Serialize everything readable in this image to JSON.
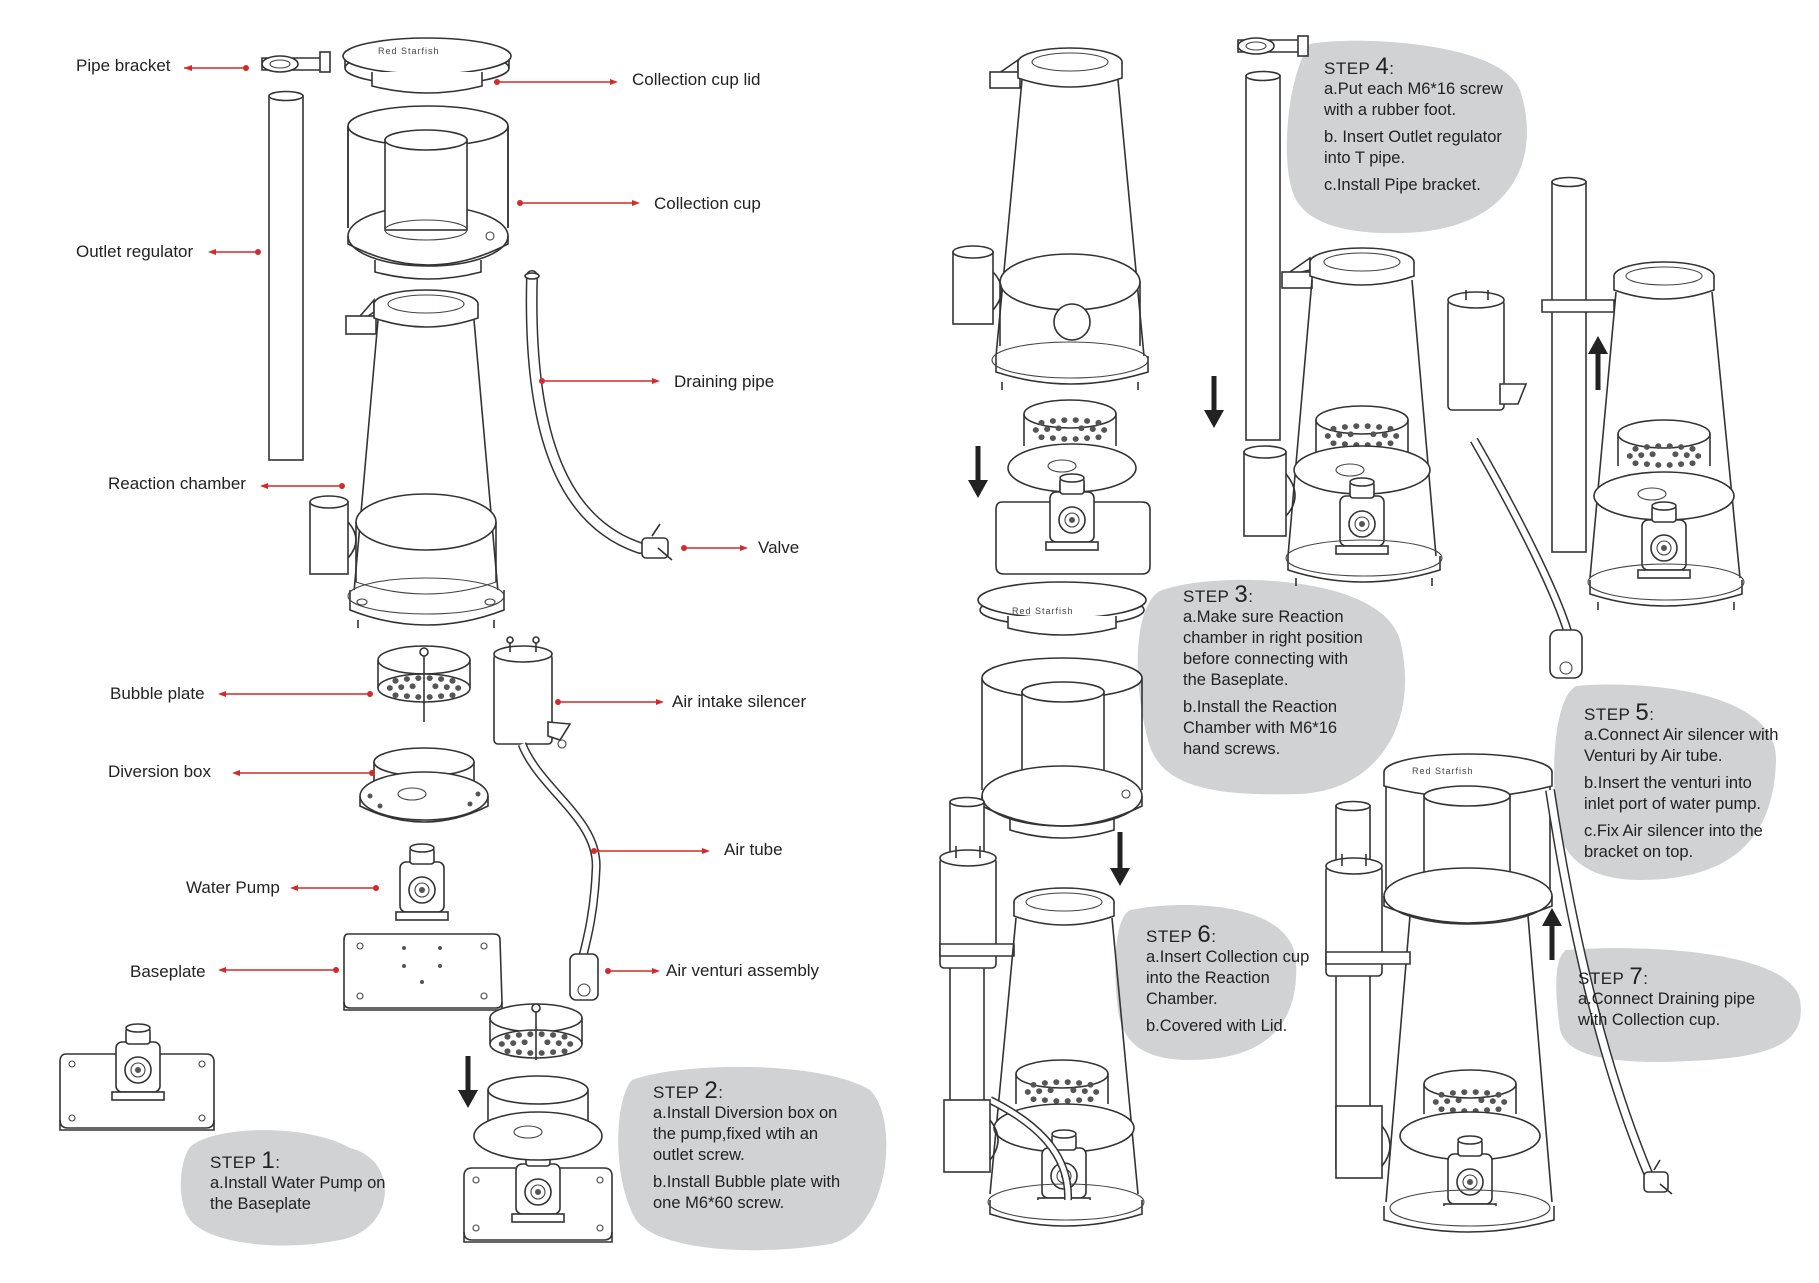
{
  "parts": {
    "pipe_bracket": "Pipe bracket",
    "collection_cup_lid": "Collection cup lid",
    "collection_cup": "Collection cup",
    "outlet_regulator": "Outlet regulator",
    "draining_pipe": "Draining pipe",
    "reaction_chamber": "Reaction chamber",
    "valve": "Valve",
    "bubble_plate": "Bubble plate",
    "air_intake_silencer": "Air intake silencer",
    "diversion_box": "Diversion box",
    "air_tube": "Air tube",
    "water_pump": "Water Pump",
    "baseplate": "Baseplate",
    "air_venturi_assembly": "Air venturi assembly"
  },
  "brand": "Red Starfish",
  "steps": [
    {
      "prefix": "STEP",
      "num": "1",
      "lines": [
        "a.Install Water Pump on the Baseplate"
      ]
    },
    {
      "prefix": "STEP",
      "num": "2",
      "lines": [
        "a.Install Diversion box on the pump,fixed wtih an outlet screw.",
        "b.Install Bubble plate with one M6*60 screw."
      ]
    },
    {
      "prefix": "STEP",
      "num": "3",
      "lines": [
        "a.Make sure Reaction chamber in right position before connecting with the Baseplate.",
        "b.Install the Reaction Chamber with M6*16 hand screws."
      ]
    },
    {
      "prefix": "STEP",
      "num": "4",
      "lines": [
        "a.Put each M6*16 screw with a rubber foot.",
        "b. Insert Outlet regulator into T pipe.",
        "c.Install Pipe bracket."
      ]
    },
    {
      "prefix": "STEP",
      "num": "5",
      "lines": [
        "a.Connect Air silencer with Venturi by Air tube.",
        "b.Insert the venturi into inlet port of water pump.",
        "c.Fix Air silencer into the bracket on top."
      ]
    },
    {
      "prefix": "STEP",
      "num": "6",
      "lines": [
        "a.Insert Collection cup into the Reaction Chamber.",
        "b.Covered with Lid."
      ]
    },
    {
      "prefix": "STEP",
      "num": "7",
      "lines": [
        "a.Connect Draining pipe with Collection cup."
      ]
    }
  ],
  "colors": {
    "leader": "#d42a2a",
    "bubble": "#d1d2d3",
    "line": "#333333"
  }
}
